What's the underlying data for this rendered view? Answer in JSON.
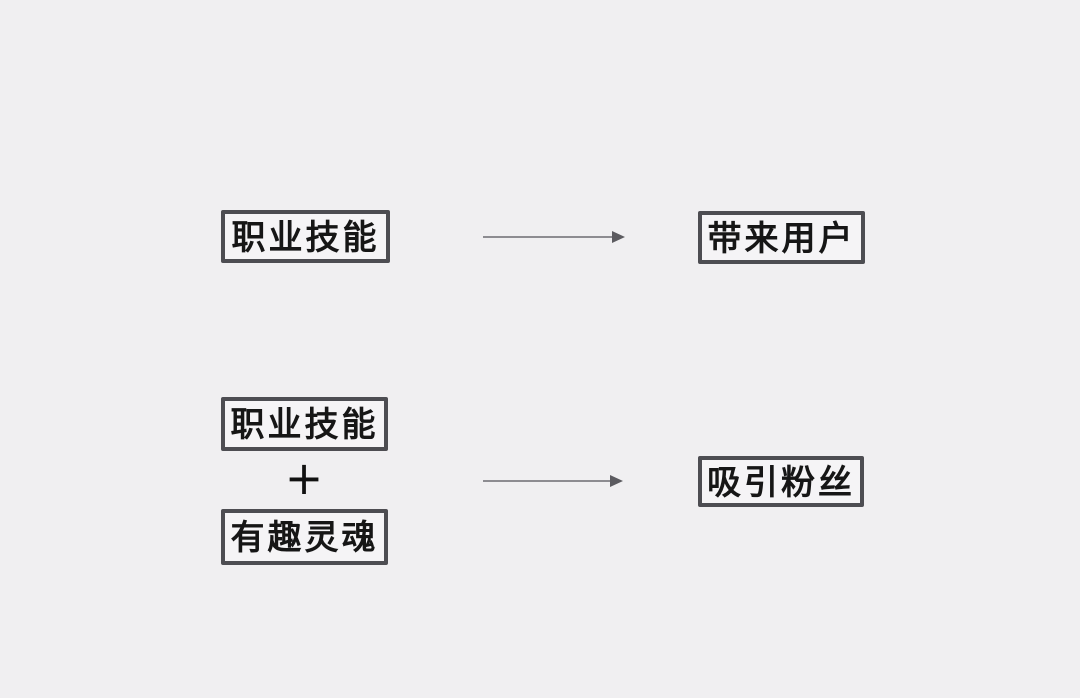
{
  "colors": {
    "background": "#f0eff1",
    "box_border": "#4d4d52",
    "box_fill": "#f5f4f6",
    "text": "#161616",
    "arrow_line": "#8d8c91",
    "arrow_head": "#5c5b60"
  },
  "diagram": {
    "row1": {
      "source_box": "职业技能",
      "target_box": "带来用户"
    },
    "row2": {
      "source_box_top": "职业技能",
      "plus_sign": "+",
      "source_box_bottom": "有趣灵魂",
      "target_box": "吸引粉丝"
    }
  }
}
